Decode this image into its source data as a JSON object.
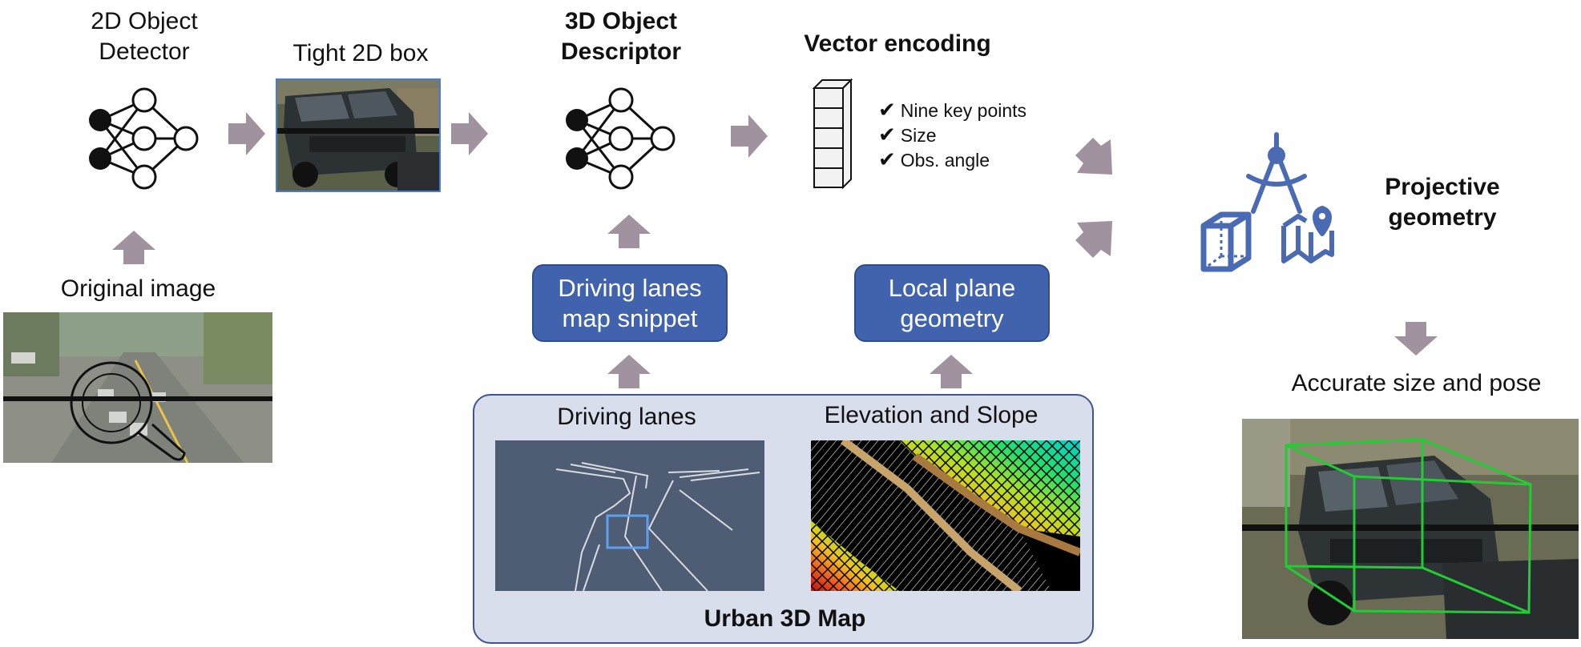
{
  "labels": {
    "detector": [
      "2D Object",
      "Detector"
    ],
    "tight_box": "Tight 2D box",
    "original_image": "Original image",
    "descriptor": [
      "3D Object",
      "Descriptor"
    ],
    "vector_encoding": "Vector encoding",
    "checklist": [
      "Nine key points",
      "Size",
      "Obs. angle"
    ],
    "projective": [
      "Projective",
      "geometry"
    ],
    "accurate": "Accurate size and pose"
  },
  "boxes": {
    "lanes_snippet": [
      "Driving lanes",
      "map snippet"
    ],
    "local_plane": [
      "Local plane",
      "geometry"
    ]
  },
  "map_panel": {
    "driving_lanes": "Driving lanes",
    "elevation": "Elevation and Slope",
    "title": "Urban 3D Map"
  },
  "colors": {
    "arrow": "#a1929f",
    "box_blue": "#4163ad",
    "panel_bg": "#d8deec",
    "icon_blue": "#4a6bb4",
    "lane_map_bg": "#4e5d73",
    "bbox_green": "#22cc33"
  },
  "icons": [
    "neural-network-icon",
    "compass-icon",
    "cube-icon",
    "map-pin-icon",
    "magnifier-icon",
    "checkmark-icon"
  ]
}
